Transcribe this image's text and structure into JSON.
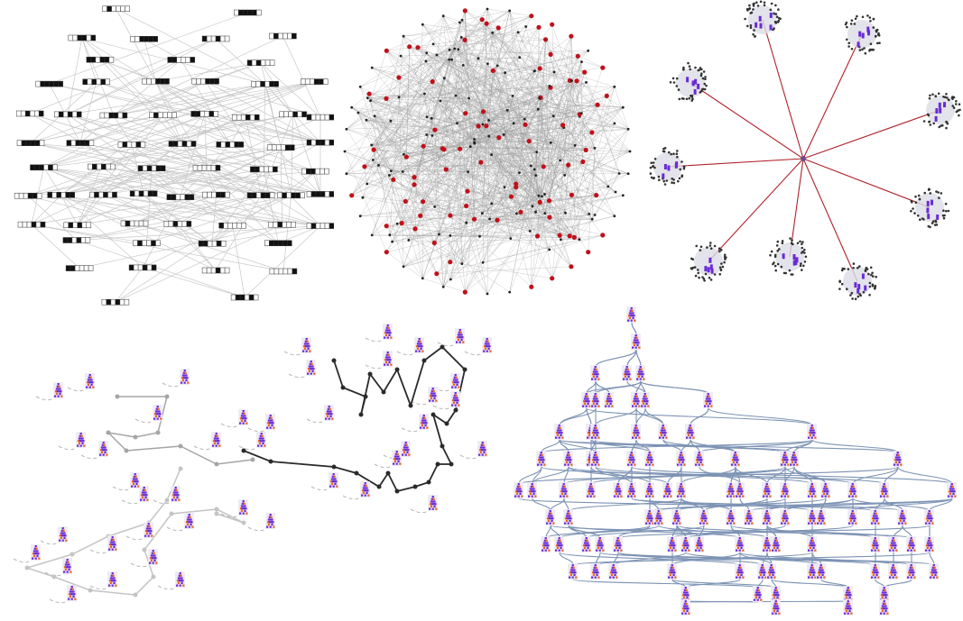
{
  "colors": {
    "background": "#ffffff",
    "edge_light": "#c8c8c8",
    "edge_mid": "#9a9a9a",
    "node_dark": "#222222",
    "node_red": "#c0101a",
    "spoke_red": "#b0202a",
    "cluster_fill": "#dcdde6",
    "glyph_purple": "#6a2bd6",
    "glyph_orange": "#e8641e",
    "tree_edge": "#7d93b4",
    "walk_dark": "#222222",
    "walk_light": "#b8b8b8"
  },
  "panels": [
    {
      "id": "hypercube",
      "kind": "layered graph of binary-string nodes"
    },
    {
      "id": "dense",
      "kind": "dense circular graph with highlighted nodes"
    },
    {
      "id": "clusters",
      "kind": "hub with spokes to node clusters"
    },
    {
      "id": "walks",
      "kind": "paths between glyph states"
    },
    {
      "id": "tree",
      "kind": "branching tree of glyph states"
    }
  ]
}
